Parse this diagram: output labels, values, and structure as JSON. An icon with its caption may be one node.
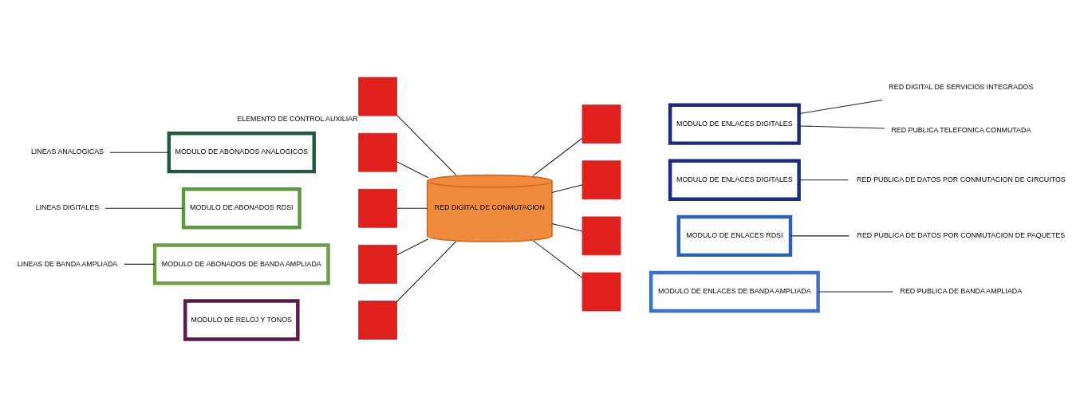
{
  "diagram": {
    "nodes": [
      {
        "text": [],
        "shape": "box",
        "beside": [
          "ELEMENTO DE CONTROL AUXILIAR"
        ]
      },
      {
        "text": [
          "LINEAS ANALOGICAS"
        ]
      },
      {
        "text": [
          "MODULO DE ABONADOS ANALOGICOS"
        ]
      },
      {
        "text": [],
        "shape": "box"
      },
      {
        "text": [],
        "shape": "box"
      },
      {
        "text": [
          "MODULO DE ENLACES DIGITALES"
        ]
      },
      {
        "text": [
          "RED DIGITAL DE SERVICIOS INTEGRADOS"
        ]
      },
      {
        "text": [
          "RED PUBLICA TELEFONICA CONMUTADA"
        ]
      },
      {
        "text": [
          "LINEAS DIGITALES"
        ]
      },
      {
        "text": [
          "MODULO DE ABONADOS RDSI"
        ]
      },
      {
        "text": [],
        "shape": "box"
      },
      {
        "text": [
          "RED DIGITAL DE CONMUTACION"
        ]
      },
      {
        "text": [],
        "shape": "box"
      },
      {
        "text": [
          "MODULO DE ENLACES DIGITALES"
        ]
      },
      {
        "text": [
          "RED PUBLICA DE DATOS POR CONMUTACION DE CIRCUITOS"
        ]
      },
      {
        "text": [
          "LINEAS DE BANDA AMPLIADA"
        ]
      },
      {
        "text": [
          "MODULO DE ABONADOS DE BANDA AMPLIADA"
        ]
      },
      {
        "text": [],
        "shape": "box"
      },
      {
        "text": [],
        "shape": "box"
      },
      {
        "text": [
          "MODULO DE ENLACES RDSI"
        ]
      },
      {
        "text": [
          "RED PUBLICA DE DATOS POR CONMUTACION DE PAQUETES"
        ]
      },
      {
        "text": [
          "MODULO DE RELOJ Y TONOS"
        ]
      },
      {
        "text": [],
        "shape": "box"
      },
      {
        "text": [],
        "shape": "box"
      },
      {
        "text": [
          "MODULO DE ENLACES DE BANDA AMPLIADA"
        ]
      },
      {
        "text": [
          "RED PUBLICA DE BANDA AMPLIADA"
        ]
      }
    ],
    "edges": [
      {
        "from": 0,
        "to": 11,
        "arrow": "none"
      },
      {
        "from": 1,
        "to": 2,
        "arrow": "none"
      },
      {
        "from": 3,
        "to": 11,
        "arrow": "none"
      },
      {
        "from": 11,
        "to": 4,
        "arrow": "none"
      },
      {
        "from": 5,
        "to": 6,
        "arrow": "none"
      },
      {
        "from": 5,
        "to": 7,
        "arrow": "none"
      },
      {
        "from": 8,
        "to": 9,
        "arrow": "none"
      },
      {
        "from": 10,
        "to": 11,
        "arrow": "none"
      },
      {
        "from": 11,
        "to": 12,
        "arrow": "none"
      },
      {
        "from": 13,
        "to": 14,
        "arrow": "none"
      },
      {
        "from": 15,
        "to": 16,
        "arrow": "none"
      },
      {
        "from": 17,
        "to": 11,
        "arrow": "none"
      },
      {
        "from": 11,
        "to": 18,
        "arrow": "none"
      },
      {
        "from": 19,
        "to": 20,
        "arrow": "none"
      },
      {
        "from": 22,
        "to": 11,
        "arrow": "none"
      },
      {
        "from": 11,
        "to": 23,
        "arrow": "none"
      },
      {
        "from": 24,
        "to": 25,
        "arrow": "none"
      }
    ]
  }
}
